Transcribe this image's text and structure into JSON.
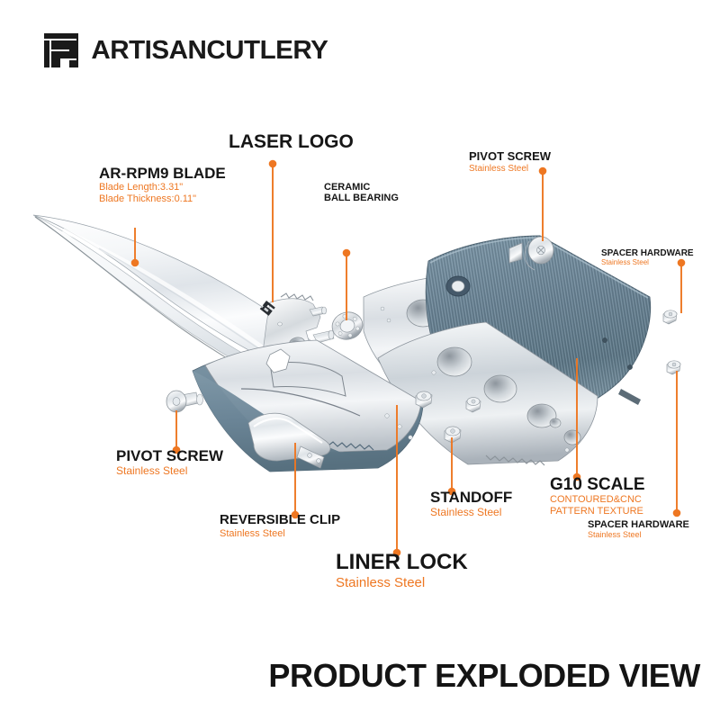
{
  "brand": {
    "wordmark": "ARTISANCUTLERY",
    "logo_icon": "artisan-cutlery-monogram"
  },
  "title": {
    "main": "PRODUCT EXPLODED VIEW"
  },
  "theme": {
    "accent": "#ee7722",
    "text": "#161616",
    "background": "#ffffff",
    "scale_blue": "#6b8597",
    "steel_light": "#f2f4f6",
    "steel_mid": "#c9ced4",
    "steel_dark": "#8b9299"
  },
  "callouts": [
    {
      "id": "blade",
      "title": "AR-RPM9 BLADE",
      "sub": "Blade Length:3.31\"\nBlade Thickness:0.11\""
    },
    {
      "id": "laser",
      "title": "LASER LOGO",
      "sub": ""
    },
    {
      "id": "ceramic",
      "title": "CERAMIC\nBALL BEARING",
      "sub": ""
    },
    {
      "id": "pivot_top",
      "title": "PIVOT SCREW",
      "sub": "Stainless Steel"
    },
    {
      "id": "spacer_1",
      "title": "SPACER HARDWARE",
      "sub": "Stainless Steel"
    },
    {
      "id": "spacer_2",
      "title": "SPACER HARDWARE",
      "sub": "Stainless Steel"
    },
    {
      "id": "g10",
      "title": "G10 SCALE",
      "sub": "CONTOURED&CNC\nPATTERN TEXTURE"
    },
    {
      "id": "standoff",
      "title": "STANDOFF",
      "sub": "Stainless Steel"
    },
    {
      "id": "liner",
      "title": "LINER LOCK",
      "sub": "Stainless Steel"
    },
    {
      "id": "clip",
      "title": "REVERSIBLE CLIP",
      "sub": "Stainless Steel"
    },
    {
      "id": "pivot_bot",
      "title": "PIVOT SCREW",
      "sub": "Stainless Steel"
    }
  ],
  "labels": {
    "blade_title": "AR-RPM9 BLADE",
    "blade_sub1": "Blade Length:3.31\"",
    "blade_sub2": "Blade Thickness:0.11\"",
    "laser_title": "LASER LOGO",
    "ceramic_line1": "CERAMIC",
    "ceramic_line2": "BALL BEARING",
    "pivot_top_title": "PIVOT SCREW",
    "pivot_top_sub": "Stainless Steel",
    "spacer1_title": "SPACER HARDWARE",
    "spacer1_sub": "Stainless Steel",
    "spacer2_title": "SPACER HARDWARE",
    "spacer2_sub": "Stainless Steel",
    "g10_title": "G10 SCALE",
    "g10_sub1": "CONTOURED&CNC",
    "g10_sub2": "PATTERN TEXTURE",
    "standoff_title": "STANDOFF",
    "standoff_sub": "Stainless Steel",
    "liner_title": "LINER LOCK",
    "liner_sub": "Stainless Steel",
    "clip_title": "REVERSIBLE CLIP",
    "clip_sub": "Stainless Steel",
    "pivot_bot_title": "PIVOT SCREW",
    "pivot_bot_sub": "Stainless Steel"
  }
}
